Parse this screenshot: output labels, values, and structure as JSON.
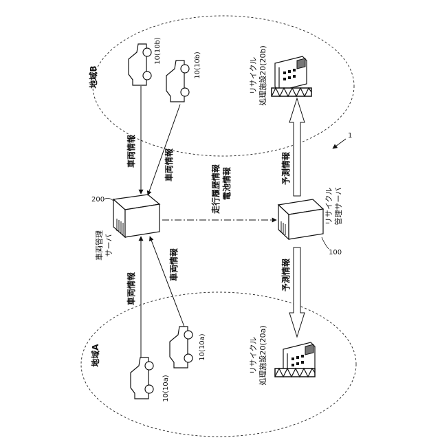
{
  "figure_number": "1",
  "regions": {
    "region_b": "地域B",
    "region_a": "地域A"
  },
  "vehicles": {
    "b1": "10(10b)",
    "b2": "10(10b)",
    "a1": "10(10a)",
    "a2": "10(10a)"
  },
  "facilities": {
    "b_line1": "リサイクル",
    "b_line2": "処理施設20(20b)",
    "a_line1": "リサイクル",
    "a_line2": "処理施設20(20a)"
  },
  "servers": {
    "vehicle_mgmt_ref": "200",
    "vehicle_mgmt_line1": "車両管理",
    "vehicle_mgmt_line2": "サーバ",
    "recycle_mgmt_ref": "100",
    "recycle_mgmt_line1": "リサイクル",
    "recycle_mgmt_line2": "管理サーバ"
  },
  "flows": {
    "vehicle_info_b1": "車両情報",
    "vehicle_info_b2": "車両情報",
    "vehicle_info_a1": "車両情報",
    "vehicle_info_a2": "車両情報",
    "travel_history": "走行履歴情報",
    "battery_info": "電池情報",
    "prediction_b": "予測情報",
    "prediction_a": "予測情報"
  }
}
